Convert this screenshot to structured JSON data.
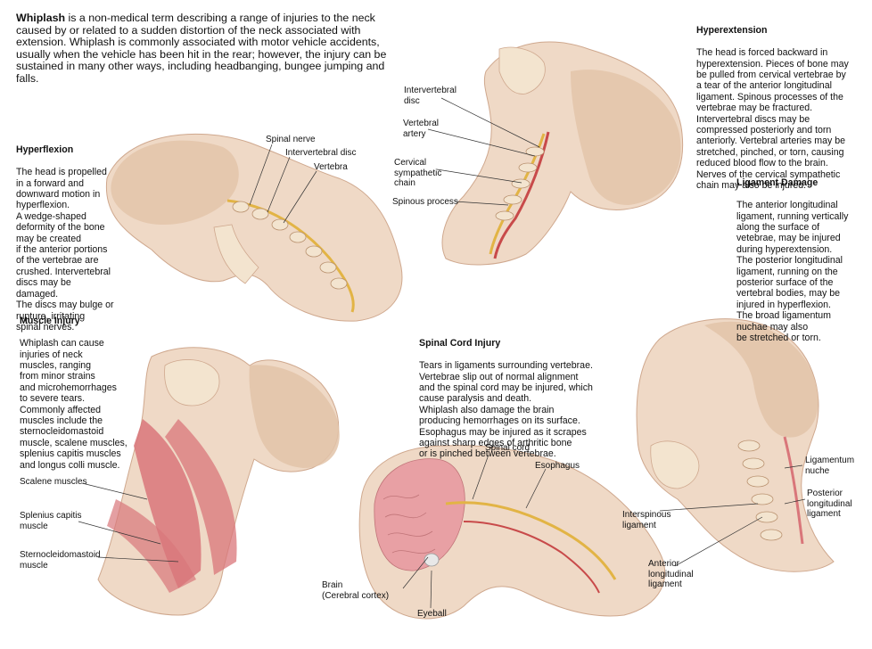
{
  "intro": {
    "term": "Whiplash",
    "text": " is a non-medical term describing a range of injuries to the neck caused by or related to a sudden distortion of the neck associated with extension. Whiplash is commonly associated with motor vehicle accidents, usually when the vehicle has been hit in the rear; however, the injury can be sustained in many other ways, including headbanging, bungee jumping and falls."
  },
  "hyperflexion": {
    "title": "Hyperflexion",
    "body": "The head is propelled\nin a forward and\ndownward motion in\nhyperflexion.\nA wedge-shaped\ndeformity of the bone\nmay be created\nif the anterior portions\nof the vertebrae are\ncrushed. Intervertebral\ndiscs may be damaged.\nThe discs may bulge or\nrupture, irritating\nspinal nerves."
  },
  "hyperextension": {
    "title": "Hyperextension",
    "body": "The head is forced backward in\nhyperextension. Pieces of bone may\nbe pulled from cervical vertebrae by\na tear of the anterior longitudinal\nligament. Spinous processes of the\nvertebrae may be fractured.\nIntervertebral discs may be\ncompressed posteriorly and torn\nanteriorly. Vertebral arteries may be\nstretched, pinched, or torn, causing\nreduced blood flow to the brain.\nNerves of the cervical sympathetic\nchain may also be injured."
  },
  "ligament": {
    "title": "Ligament Damage",
    "body": "The anterior longitudinal\nligament, running vertically\nalong the surface of\nvetebrae, may be injured\nduring hyperextension.\nThe posterior longitudinal\nligament, running on the\nposterior surface of the\nvertebral bodies, may be\ninjured in hyperflexion.\nThe broad ligamentum\nnuchae may also\nbe stretched or torn."
  },
  "muscle": {
    "title": "Muscle Injury",
    "body": "Whiplash can cause\ninjuries of neck\nmuscles, ranging\nfrom minor strains\nand microhemorrhages\nto severe tears.\nCommonly affected\nmuscles include the\nsternocleidomastoid\nmuscle, scalene muscles,\nsplenius capitis muscles\nand longus colli muscle."
  },
  "spinal": {
    "title": "Spinal Cord Injury",
    "body": "Tears in ligaments surrounding vertebrae.\nVertebrae slip out of normal alignment\nand the spinal cord may be injured, which\ncause paralysis and death.\nWhiplash also damage the brain\nproducing hemorrhages on its surface.\nEsophagus may be injured as it scrapes\nagainst sharp edges of arthritic bone\nor is pinched between vertebrae."
  },
  "labels": {
    "spinal_nerve": "Spinal nerve",
    "intervertebral_disc_1": "Intervertebral disc",
    "vertebra": "Vertebra",
    "intervertebral_disc_2": "Intervertebral\ndisc",
    "vertebral_artery": "Vertebral\nartery",
    "cervical_chain": "Cervical\nsympathetic\nchain",
    "spinous_process": "Spinous process",
    "scalene": "Scalene muscles",
    "splenius": "Splenius capitis\nmuscle",
    "sternocleidomastoid": "Sternocleidomastoid\nmuscle",
    "spinal_cord": "Spinal cord",
    "esophagus": "Esophagus",
    "brain": "Brain\n(Cerebral cortex)",
    "eyeball": "Eyeball",
    "lig_nuchae": "Ligamentum\nnuche",
    "posterior_lig": "Posterior\nlongitudinal\nligament",
    "interspinous": "Interspinous\nligament",
    "anterior_lig": "Anterior\nlongitudinal\nligament"
  },
  "colors": {
    "skin": "#efd9c6",
    "skin_shade": "#d9b79f",
    "hair": "#e2c3a8",
    "bone": "#f3e4cf",
    "muscle": "#d9767a",
    "brain": "#e8a0a4",
    "nerve": "#e2b445",
    "artery": "#c84a4a"
  }
}
